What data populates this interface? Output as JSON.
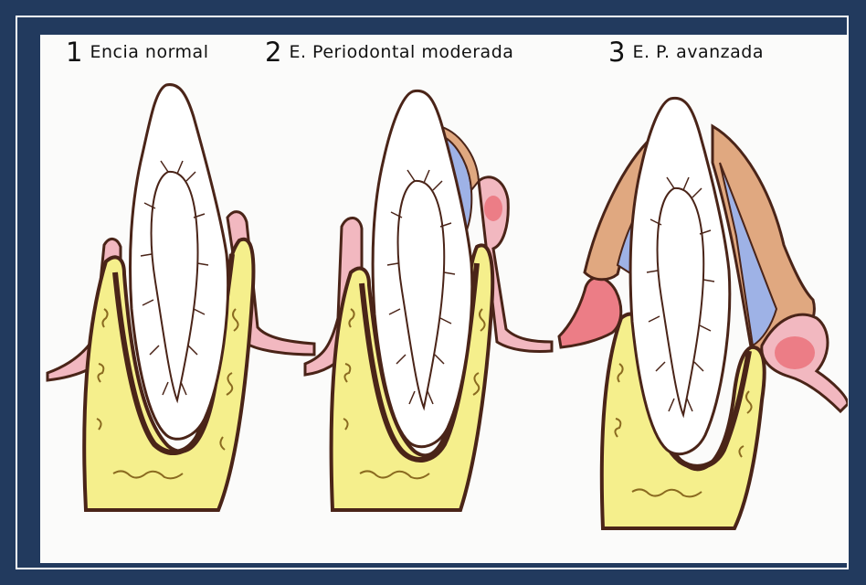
{
  "stages": [
    {
      "number": "1",
      "label": "Encia normal"
    },
    {
      "number": "2",
      "label": "E. Periodontal moderada"
    },
    {
      "number": "3",
      "label": "E. P. avanzada"
    }
  ],
  "colors": {
    "frame": "#223a5e",
    "bone": "#f5ef8c",
    "gum": "#f2b8c0",
    "tartar": "#e0a880",
    "plaque": "#9eb2e6",
    "abscess": "#ec7d86",
    "outline": "#4a2418"
  }
}
